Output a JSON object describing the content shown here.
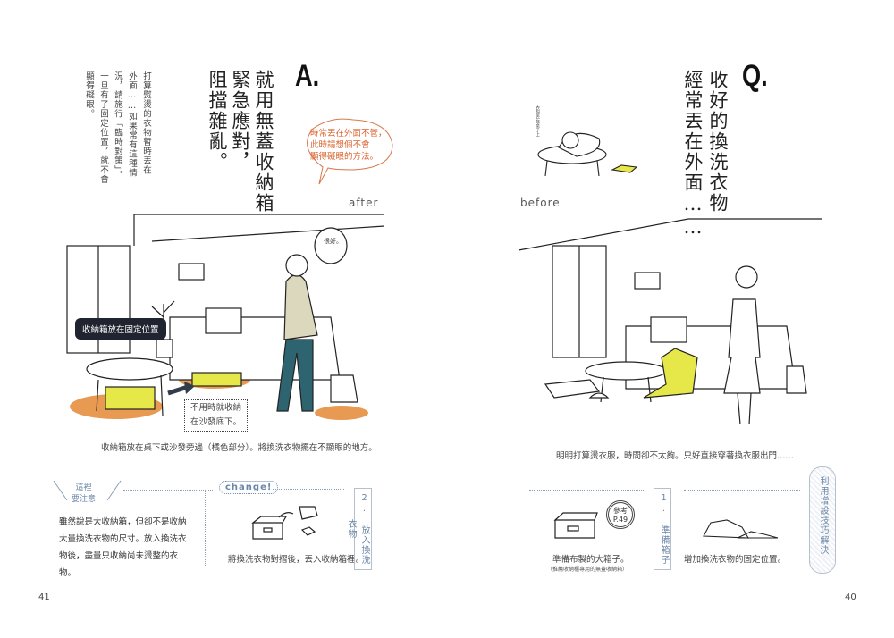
{
  "left_page": {
    "answer_letter": "A.",
    "headline": [
      "就用無蓋收納箱",
      "緊急應對，",
      "阻擋雜亂。"
    ],
    "body": [
      "打算熨燙的衣物暫時丟在",
      "外面……如果常有這種情",
      "況，請施行「臨時對策」。",
      "一旦有了固定位置，就不會",
      "顯得礙眼。"
    ],
    "bubble": [
      "時常丟在外面不管，",
      "此時請想個不會",
      "顯得礙眼的方法。"
    ],
    "after_label": "after",
    "callout_dark": "收納箱放在固定位置",
    "callout_box": [
      "不用時就收納",
      "在沙發底下。"
    ],
    "person_thought": "很好。",
    "caption": "收納箱放在桌下或沙發旁邊（橘色部分）。將換洗衣物擺在不顯眼的地方。",
    "note_title": [
      "這裡",
      "要注意"
    ],
    "note_text": [
      "雖然說是大收納箱，但卻不是收納",
      "大量換洗衣物的尺寸。放入換洗衣",
      "物後，盡量只收納尚未燙整的衣",
      "物。"
    ],
    "change_label": "change!",
    "step2_caption": "將換洗衣物對摺後，丟入收納箱裡。",
    "step2_label": "2. 放入換洗衣物",
    "page_number": "41"
  },
  "right_page": {
    "question_letter": "Q.",
    "headline": [
      "收好的換洗衣物",
      "經常丟在外面……"
    ],
    "small_sketch_note": "衣服丟在桌子上",
    "before_label": "before",
    "caption": "明明打算燙衣服，時間卻不太夠。只好直接穿著換衣服出門……",
    "step1_label": "1. 準備箱子",
    "step1_caption": "準備布製的大箱子。",
    "step1_subcaption": "（推薦收納櫃專用的無蓋收納箱）",
    "ref_stamp": [
      "參考",
      "P.49"
    ],
    "tip_caption": "增加換洗衣物的固定位置。",
    "side_tab": "利用增設技巧解決",
    "page_number": "40"
  },
  "colors": {
    "orange": "#e88a3a",
    "yellow": "#e6e84a",
    "teal": "#2e6470",
    "beige": "#dcd8bd",
    "blue_gray": "#6a86a8",
    "dark": "#1f2430"
  }
}
